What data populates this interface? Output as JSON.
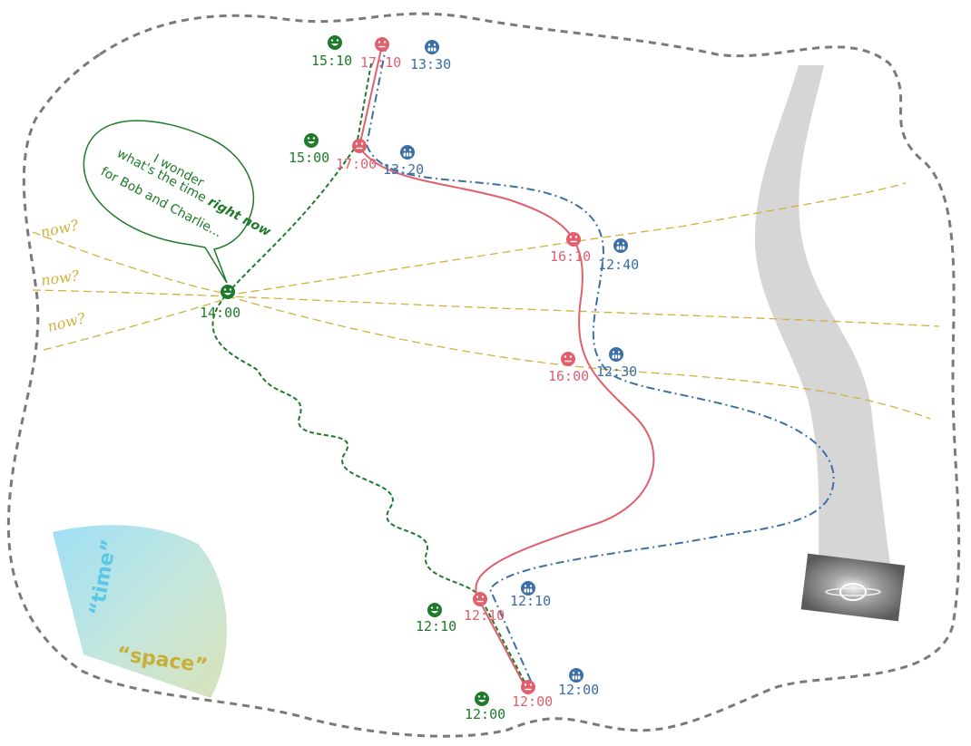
{
  "colors": {
    "alice": "#1f7a2a",
    "bob": "#e0606e",
    "charlie": "#3b6fa5",
    "now": "#d2b13a",
    "boundary": "#7a7a7a",
    "strip": "#cfcfcf"
  },
  "thought_bubble": {
    "line1": "I wonder",
    "line2a": "what's the time ",
    "line2b": "right now",
    "line3": "for Bob and Charlie..."
  },
  "now_labels": [
    "now?",
    "now?",
    "now?"
  ],
  "legend": {
    "time": "“time”",
    "space": "“space”"
  },
  "alice": {
    "icon": "grinning-face-icon",
    "times": [
      "15:10",
      "15:00",
      "14:00",
      "12:10",
      "12:00"
    ]
  },
  "bob": {
    "icon": "neutral-face-icon",
    "times": [
      "17:10",
      "17:00",
      "16:10",
      "16:00",
      "12:10",
      "12:00"
    ]
  },
  "charlie": {
    "icon": "grimacing-face-icon",
    "times": [
      "13:30",
      "13:20",
      "12:40",
      "12:30",
      "12:10",
      "12:00"
    ]
  }
}
